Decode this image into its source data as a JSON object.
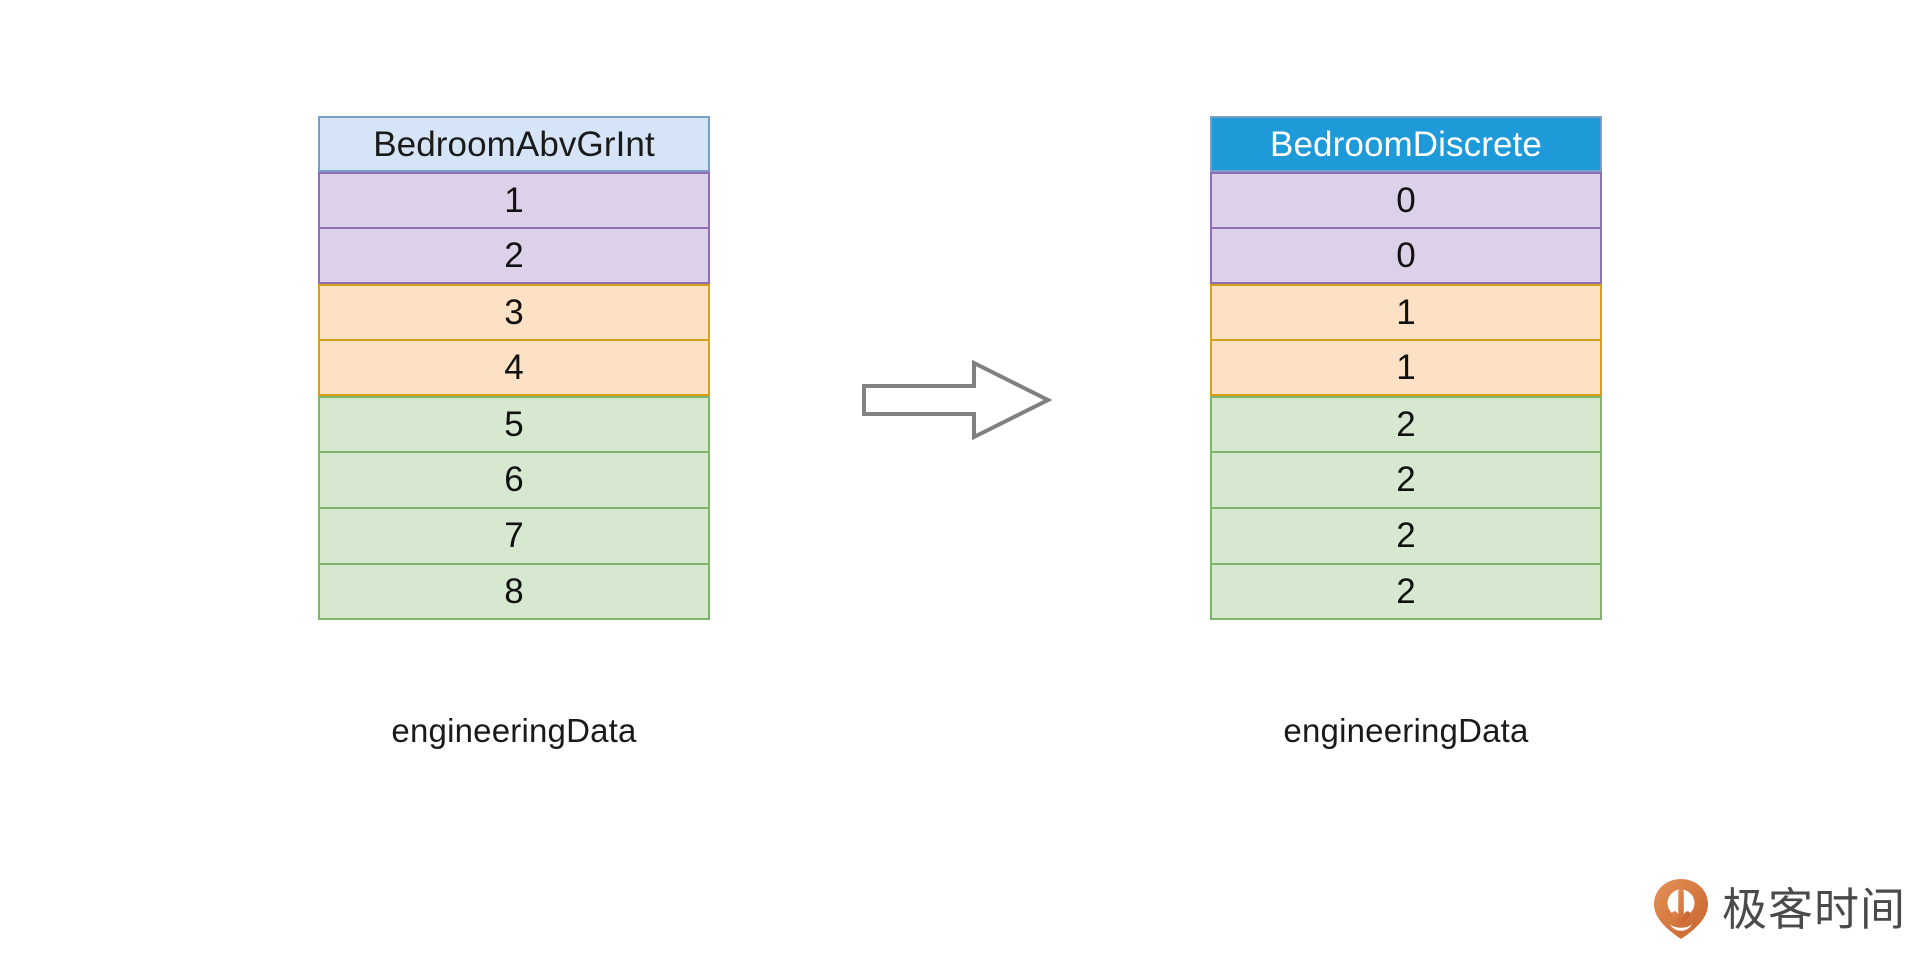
{
  "diagram": {
    "title_hidden": "",
    "arrow": {
      "direction": "right",
      "stroke_color": "#808080",
      "fill_color": "#ffffff",
      "label": ""
    },
    "tables": [
      {
        "id": "source-table",
        "header": "BedroomAbvGrInt",
        "header_style": "light-blue",
        "header_bg": "#d6e4f7",
        "header_text_color": "#1a1a1a",
        "caption": "engineeringData",
        "rows": [
          {
            "value": "1",
            "group": "purple",
            "fill": "#ddd1e9",
            "border": "#8e6fb5"
          },
          {
            "value": "2",
            "group": "purple",
            "fill": "#ddd1e9",
            "border": "#8e6fb5"
          },
          {
            "value": "3",
            "group": "orange",
            "fill": "#fce1c4",
            "border": "#d9a017"
          },
          {
            "value": "4",
            "group": "orange",
            "fill": "#fce1c4",
            "border": "#d9a017"
          },
          {
            "value": "5",
            "group": "green",
            "fill": "#d6e8cf",
            "border": "#82b36b"
          },
          {
            "value": "6",
            "group": "green",
            "fill": "#d6e8cf",
            "border": "#82b36b"
          },
          {
            "value": "7",
            "group": "green",
            "fill": "#d6e8cf",
            "border": "#82b36b"
          },
          {
            "value": "8",
            "group": "green",
            "fill": "#d6e8cf",
            "border": "#82b36b"
          }
        ]
      },
      {
        "id": "target-table",
        "header": "BedroomDiscrete",
        "header_style": "solid-blue",
        "header_bg": "#1e9ad8",
        "header_text_color": "#ffffff",
        "caption": "engineeringData",
        "rows": [
          {
            "value": "0",
            "group": "purple",
            "fill": "#ddd1e9",
            "border": "#8e6fb5"
          },
          {
            "value": "0",
            "group": "purple",
            "fill": "#ddd1e9",
            "border": "#8e6fb5"
          },
          {
            "value": "1",
            "group": "orange",
            "fill": "#fce1c4",
            "border": "#d9a017"
          },
          {
            "value": "1",
            "group": "orange",
            "fill": "#fce1c4",
            "border": "#d9a017"
          },
          {
            "value": "2",
            "group": "green",
            "fill": "#d6e8cf",
            "border": "#82b36b"
          },
          {
            "value": "2",
            "group": "green",
            "fill": "#d6e8cf",
            "border": "#82b36b"
          },
          {
            "value": "2",
            "group": "green",
            "fill": "#d6e8cf",
            "border": "#82b36b"
          },
          {
            "value": "2",
            "group": "green",
            "fill": "#d6e8cf",
            "border": "#82b36b"
          }
        ]
      }
    ]
  },
  "watermark": {
    "brand_text": "极客时间",
    "logo_color": "#d9793f",
    "text_color": "#4a4a4a"
  }
}
